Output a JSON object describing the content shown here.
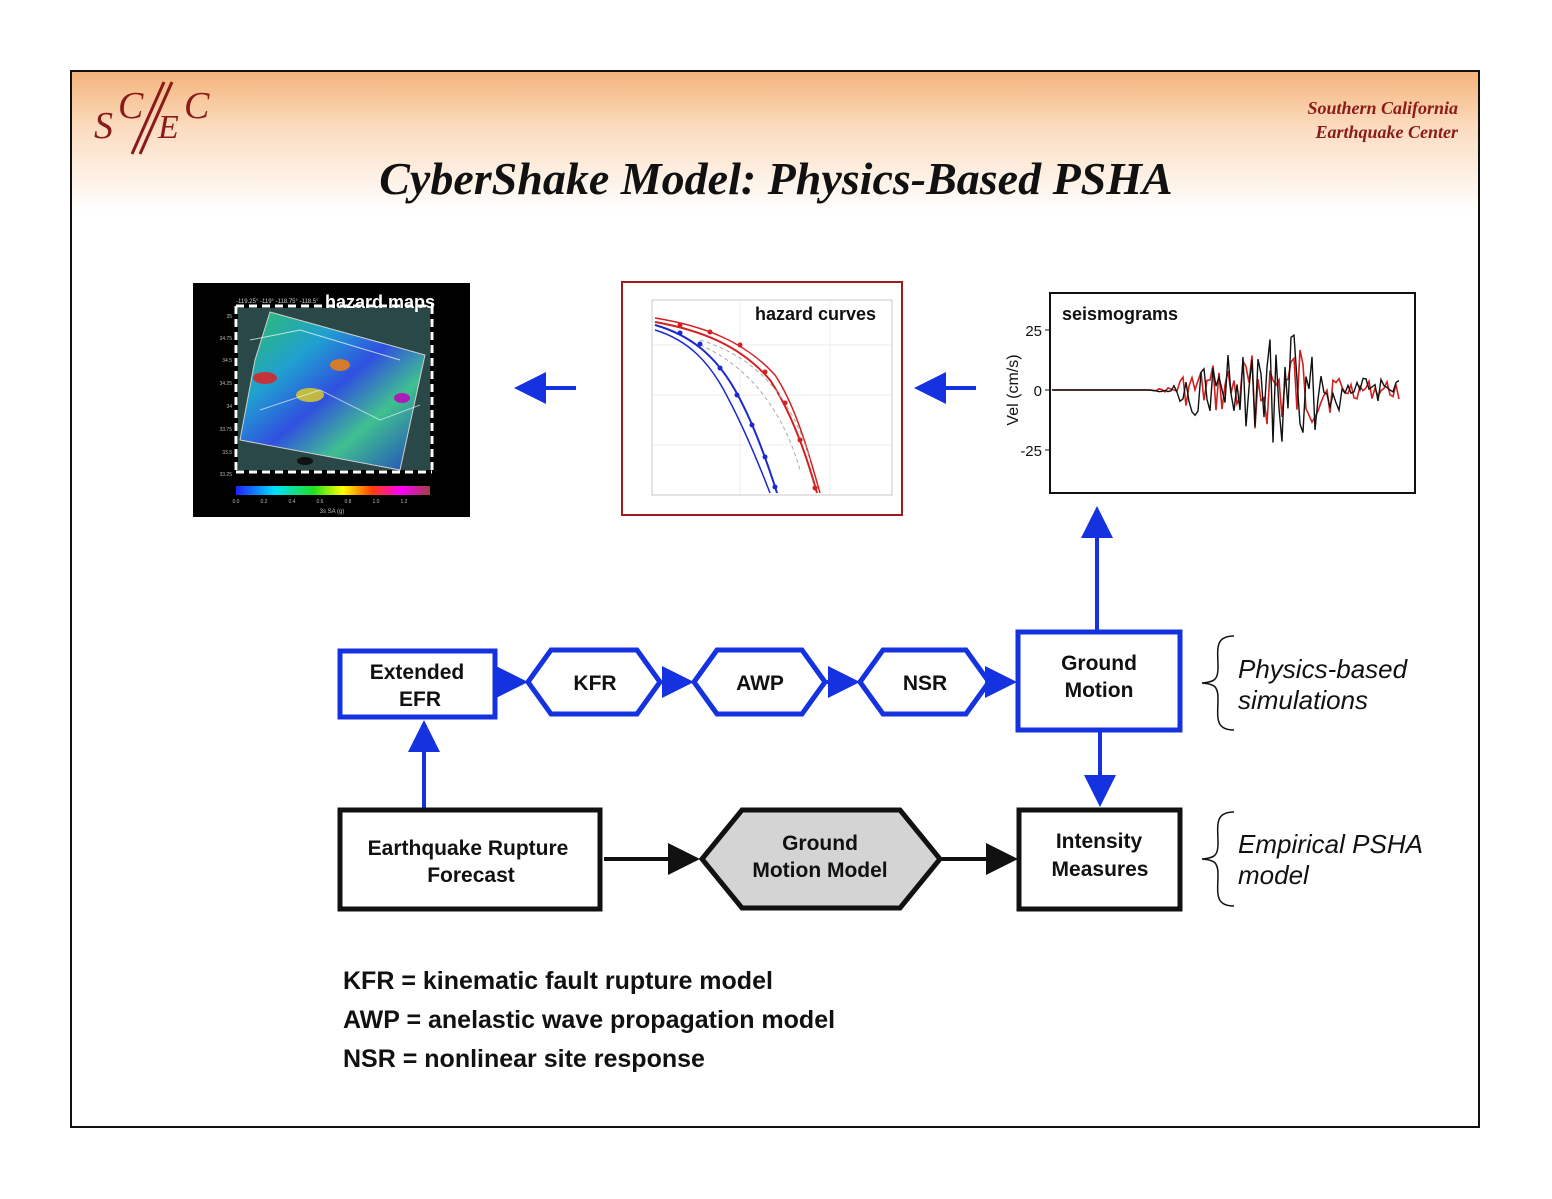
{
  "header": {
    "org_line1": "Southern California",
    "org_line2": "Earthquake Center",
    "title": "CyberShake Model: Physics-Based PSHA"
  },
  "logo": {
    "letters": "SCEC"
  },
  "products": {
    "hazard_maps": {
      "label": "hazard maps",
      "top_ticks": "-119.25° -119° -118.75° -118.5°",
      "lat_ticks": [
        "35",
        "34.75",
        "34.5",
        "34.25",
        "34",
        "33.75",
        "33.5",
        "33.25"
      ],
      "colorbar_ticks": [
        "0.0",
        "0.2",
        "0.4",
        "0.6",
        "0.8",
        "1.0",
        "1.2"
      ],
      "colorbar_label": "3s SA (g)"
    },
    "hazard_curves": {
      "label": "hazard curves"
    },
    "seismograms": {
      "label": "seismograms",
      "ylabel": "Vel (cm/s)",
      "yticks": [
        "25",
        "0",
        "-25"
      ]
    }
  },
  "flow": {
    "extended_efr": [
      "Extended",
      "EFR"
    ],
    "kfr": "KFR",
    "awp": "AWP",
    "nsr": "NSR",
    "ground_motion": [
      "Ground",
      "Motion"
    ],
    "erf": [
      "Earthquake Rupture",
      "Forecast"
    ],
    "gmm": [
      "Ground",
      "Motion Model"
    ],
    "intensity": [
      "Intensity",
      "Measures"
    ]
  },
  "braces": {
    "physics": [
      "Physics-based",
      "simulations"
    ],
    "empirical": [
      "Empirical PSHA",
      "model"
    ]
  },
  "legend": [
    "KFR = kinematic fault rupture model",
    "AWP = anelastic wave propagation model",
    "NSR = nonlinear site response"
  ],
  "colors": {
    "flow_blue": "#1432e0",
    "title_red": "#8b1a1a",
    "gmm_fill": "#d4d4d4",
    "curve_red": "#d42020",
    "curve_blue": "#1a2ad0"
  }
}
